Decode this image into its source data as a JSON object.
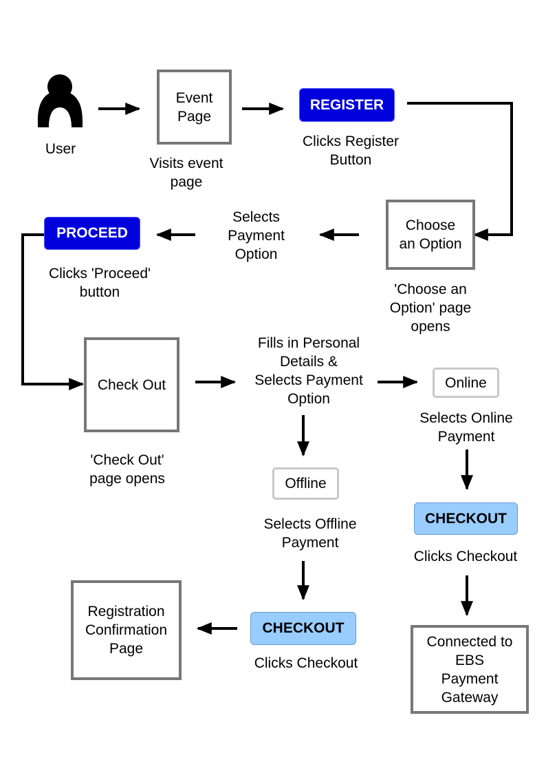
{
  "nodes": {
    "user": {
      "label": "User"
    },
    "event_page": {
      "title": "Event\nPage",
      "caption": "Visits event\npage"
    },
    "register": {
      "button": "REGISTER",
      "caption": "Clicks Register\nButton"
    },
    "choose_option": {
      "title": "Choose\nan Option",
      "caption": "'Choose an\nOption' page\nopens"
    },
    "selects_payment": {
      "caption": "Selects\nPayment\nOption"
    },
    "proceed": {
      "button": "PROCEED",
      "caption": "Clicks 'Proceed'\nbutton"
    },
    "check_out": {
      "title": "Check Out",
      "caption": "'Check Out'\npage opens"
    },
    "fills_details": {
      "caption": "Fills in Personal\nDetails &\nSelects Payment\nOption"
    },
    "online": {
      "title": "Online",
      "caption": "Selects Online\nPayment"
    },
    "offline": {
      "title": "Offline",
      "caption": "Selects Offline\nPayment"
    },
    "checkout_online": {
      "button": "CHECKOUT",
      "caption": "Clicks Checkout"
    },
    "checkout_offline": {
      "button": "CHECKOUT",
      "caption": "Clicks Checkout"
    },
    "ebs_gateway": {
      "title": "Connected to\nEBS\nPayment\nGateway"
    },
    "confirmation": {
      "title": "Registration\nConfirmation\nPage"
    }
  },
  "colors": {
    "primary_button": "#0000dd",
    "secondary_button": "#99ccff",
    "box_border": "#777777",
    "thin_box_border": "#c8c8c8"
  }
}
